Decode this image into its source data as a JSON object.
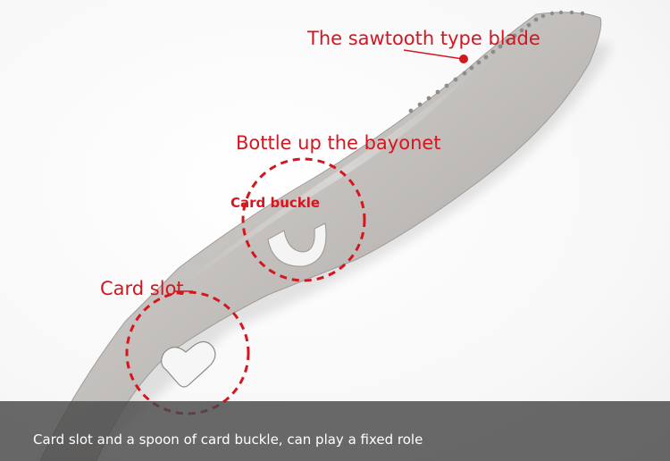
{
  "annotations": {
    "blade": "The sawtooth type blade",
    "bayonet": "Bottle up the bayonet",
    "buckle": "Card buckle",
    "slot": "Card slot"
  },
  "caption": "Card slot and a spoon of card buckle, can play a fixed role",
  "colors": {
    "annotation_red": "#d4161f",
    "caption_bar": "#484848",
    "caption_text": "#ffffff",
    "metal": "#c9c6c3"
  }
}
